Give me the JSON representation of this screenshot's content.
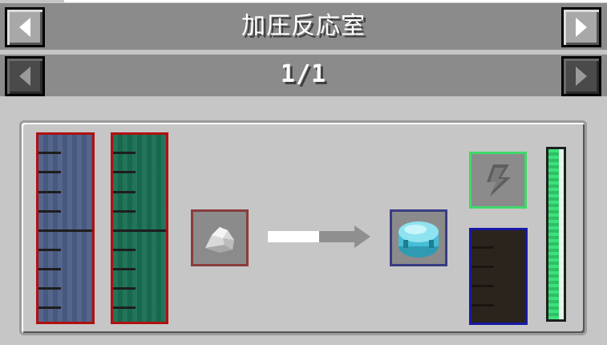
{
  "window": {
    "title": "加圧反応室",
    "page_indicator": "1/1"
  },
  "nav": {
    "title_prev_icon": "arrow-left-icon",
    "title_next_icon": "arrow-right-icon",
    "page_prev_icon": "arrow-left-icon",
    "page_next_icon": "arrow-right-icon"
  },
  "recipe": {
    "input_fluid_1": {
      "color": "#4c5e86",
      "level": 1.0
    },
    "input_fluid_2": {
      "color": "#176d52",
      "level": 1.0
    },
    "input_item_icon": "salt-dust-icon",
    "output_item_icon": "glass-dome-icon",
    "progress_arrow_icon": "progress-arrow-icon",
    "progress": 0.5,
    "energy_icon": "lightning-bolt-icon",
    "output_gas": {
      "color": "#2b241c",
      "level": 1.0
    },
    "energy_level": 1.0
  },
  "colors": {
    "gauge_border": "#b11010",
    "input_slot_border": "#8a3c3c",
    "output_slot_border": "#3a3d82",
    "energy_slot_border": "#3fd96a",
    "gas_tank_border": "#1818a8",
    "energy_bar": "#3ee07c"
  }
}
